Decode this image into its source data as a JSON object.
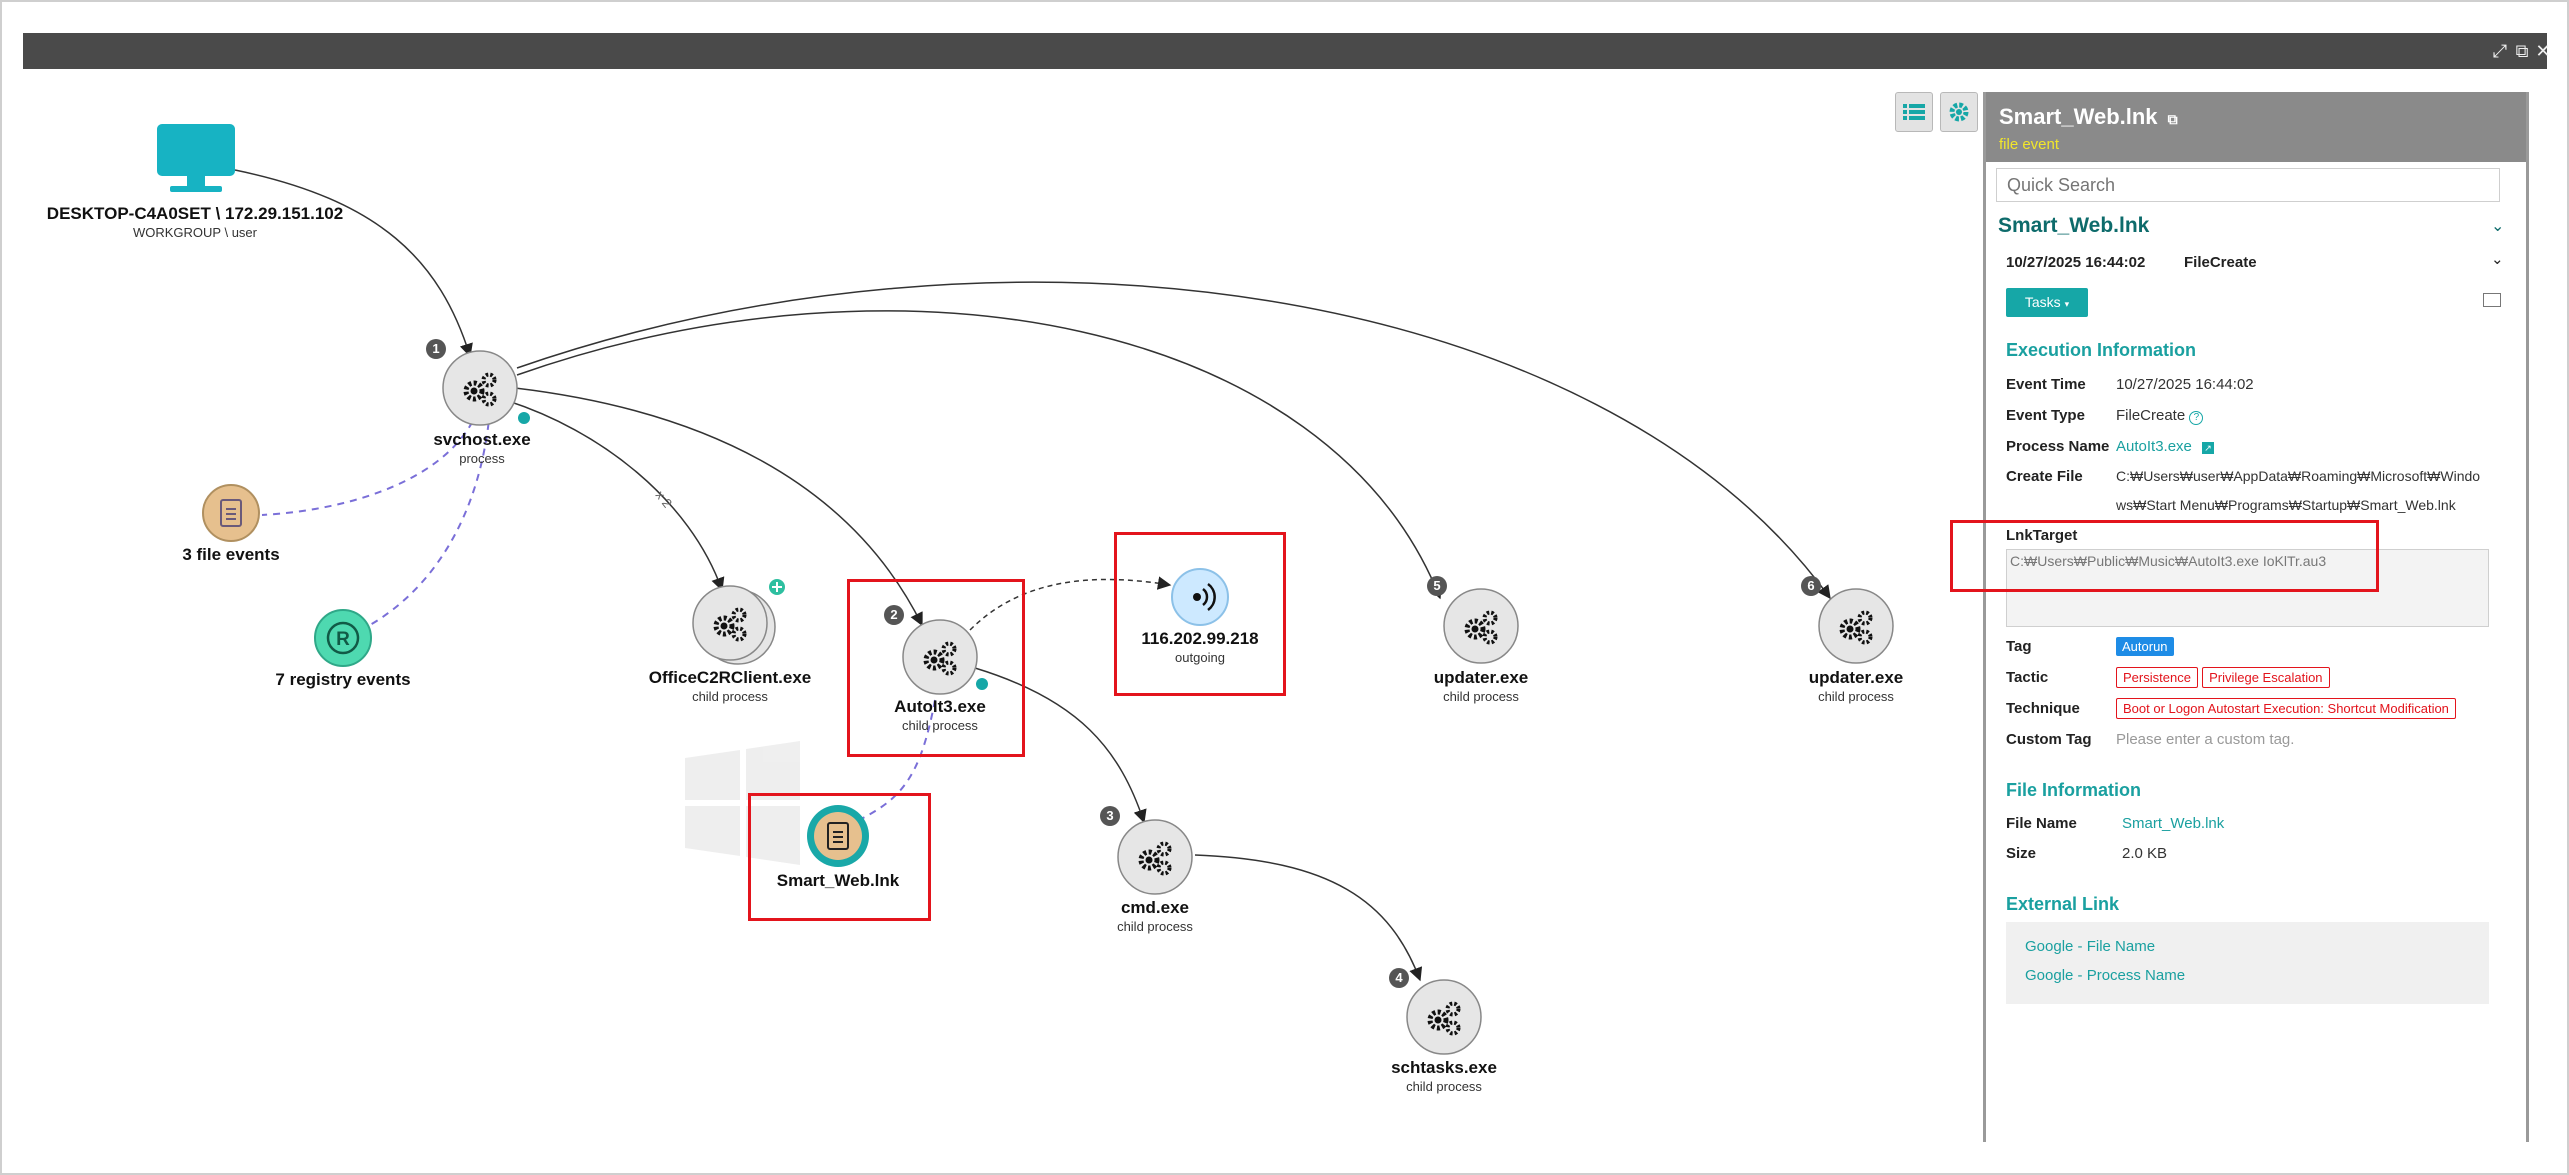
{
  "window": {
    "controls": [
      {
        "name": "expand-icon",
        "glyph": "⤢"
      },
      {
        "name": "zoom-window-icon",
        "glyph": "⧉"
      },
      {
        "name": "close-icon",
        "glyph": "✕"
      }
    ]
  },
  "graph": {
    "host": {
      "name": "DESKTOP-C4A0SET \\ 172.29.151.102",
      "sub": "WORKGROUP \\ user"
    },
    "svchost": {
      "badge": "1",
      "name": "svchost.exe",
      "sub": "process"
    },
    "file_events": {
      "name": "3 file events"
    },
    "registry_events": {
      "name": "7 registry events"
    },
    "office": {
      "name": "OfficeC2RClient.exe",
      "sub": "child process",
      "edge_label": "x 2"
    },
    "autoit": {
      "badge": "2",
      "name": "AutoIt3.exe",
      "sub": "child process"
    },
    "ip": {
      "name": "116.202.99.218",
      "sub": "outgoing"
    },
    "lnk": {
      "name": "Smart_Web.lnk"
    },
    "cmd": {
      "badge": "3",
      "name": "cmd.exe",
      "sub": "child process"
    },
    "schtasks": {
      "badge": "4",
      "name": "schtasks.exe",
      "sub": "child process"
    },
    "updater1": {
      "badge": "5",
      "name": "updater.exe",
      "sub": "child process"
    },
    "updater2": {
      "badge": "6",
      "name": "updater.exe",
      "sub": "child process"
    },
    "registry_glyph": "R"
  },
  "panel": {
    "title": "Smart_Web.lnk",
    "subtitle": "file event",
    "search_placeholder": "Quick Search",
    "section_title": "Smart_Web.lnk",
    "event_time": "10/27/2025 16:44:02",
    "event_type": "FileCreate",
    "tasks_label": "Tasks",
    "exec_header": "Execution Information",
    "fields": {
      "event_time_key": "Event Time",
      "event_time_val": "10/27/2025 16:44:02",
      "event_type_key": "Event Type",
      "event_type_val": "FileCreate",
      "process_name_key": "Process Name",
      "process_name_val": "AutoIt3.exe",
      "create_file_key": "Create File",
      "create_file_val_1": "C:₩Users₩user₩AppData₩Roaming₩Microsoft₩Windo",
      "create_file_val_2": "ws₩Start Menu₩Programs₩Startup₩Smart_Web.lnk",
      "lnktarget_key": "LnkTarget",
      "lnktarget_val": "C:₩Users₩Public₩Music₩AutoIt3.exe  IoKlTr.au3",
      "tag_key": "Tag",
      "tag_val": "Autorun",
      "tactic_key": "Tactic",
      "tactic_1": "Persistence",
      "tactic_2": "Privilege Escalation",
      "technique_key": "Technique",
      "technique_val": "Boot or Logon Autostart Execution: Shortcut Modification",
      "custom_tag_key": "Custom Tag",
      "custom_tag_placeholder": "Please enter a custom tag."
    },
    "file_header": "File Information",
    "file_name_key": "File Name",
    "file_name_val": "Smart_Web.lnk",
    "size_key": "Size",
    "size_val": "2.0 KB",
    "ext_header": "External Link",
    "ext_links": [
      "Google - File Name",
      "Google - Process Name"
    ]
  }
}
